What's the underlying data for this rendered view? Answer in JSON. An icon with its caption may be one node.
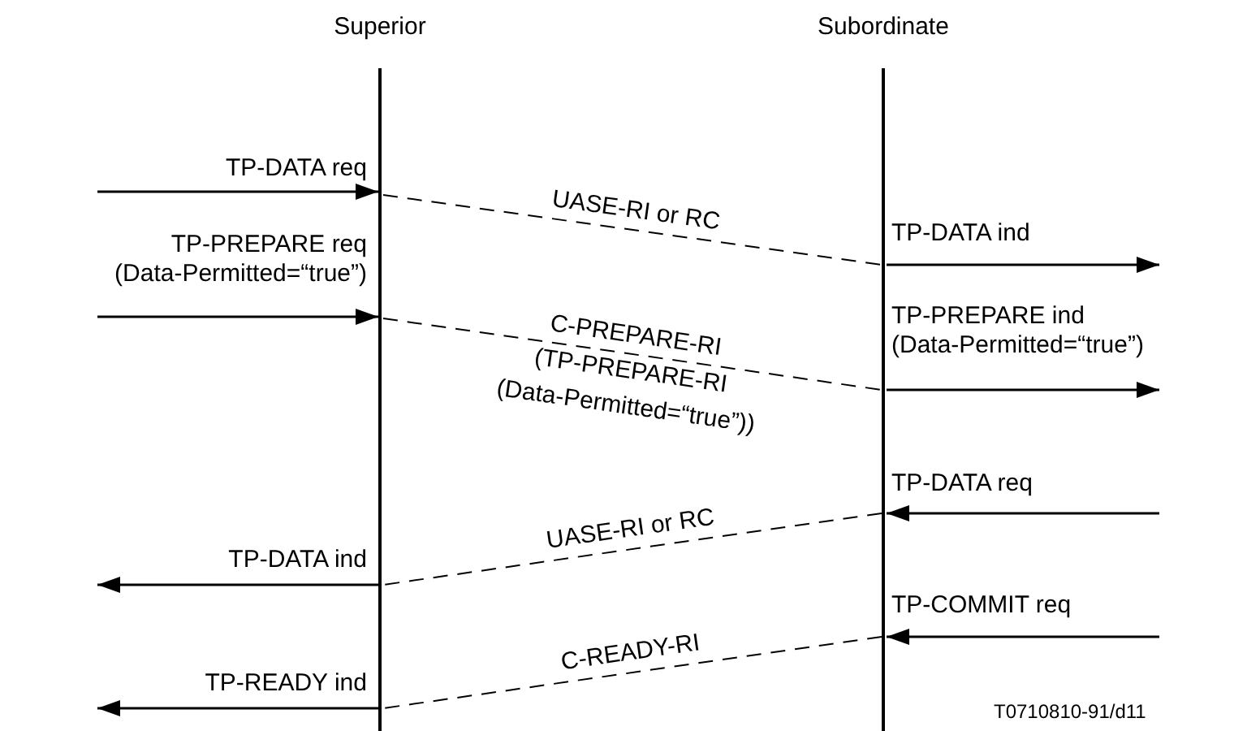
{
  "diagram": {
    "nodes": [
      {
        "text": [
          "Superior"
        ]
      },
      {
        "text": [
          "Subordinate"
        ]
      }
    ],
    "edges": [
      {
        "from": null,
        "to": 0,
        "arrow": "to",
        "label": "TP-DATA req"
      },
      {
        "from": 0,
        "to": 1,
        "arrow": "none",
        "style": "dashed",
        "label": "UASE-RI or RC"
      },
      {
        "from": 1,
        "to": null,
        "arrow": "to",
        "label": "TP-DATA ind"
      },
      {
        "from": null,
        "to": 0,
        "arrow": "to",
        "label": "TP-PREPARE req (Data-Permitted=“true”)"
      },
      {
        "from": 0,
        "to": 1,
        "arrow": "none",
        "style": "dashed",
        "label": "C-PREPARE-RI (TP-PREPARE-RI (Data-Permitted=“true”))"
      },
      {
        "from": 1,
        "to": null,
        "arrow": "to",
        "label": "TP-PREPARE ind (Data-Permitted=“true”)"
      },
      {
        "from": null,
        "to": 1,
        "arrow": "to",
        "label": "TP-DATA req"
      },
      {
        "from": 1,
        "to": 0,
        "arrow": "none",
        "style": "dashed",
        "label": "UASE-RI or RC"
      },
      {
        "from": 0,
        "to": null,
        "arrow": "to",
        "label": "TP-DATA ind"
      },
      {
        "from": null,
        "to": 1,
        "arrow": "to",
        "label": "TP-COMMIT req"
      },
      {
        "from": 1,
        "to": 0,
        "arrow": "none",
        "style": "dashed",
        "label": "C-READY-RI"
      },
      {
        "from": 0,
        "to": null,
        "arrow": "to",
        "label": "TP-READY ind"
      }
    ],
    "labels": [
      "T0710810-91/d11"
    ]
  }
}
